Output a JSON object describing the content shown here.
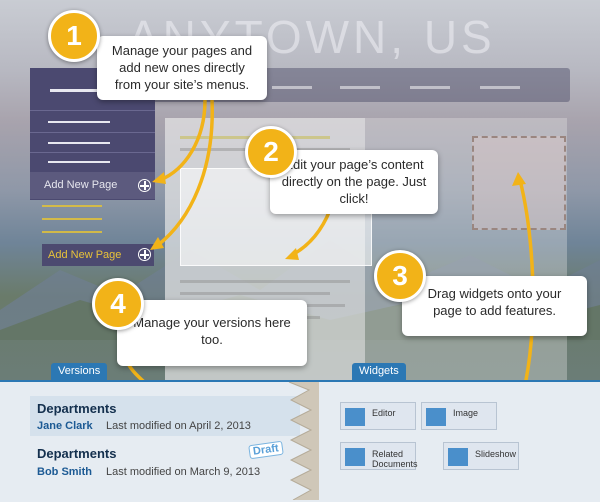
{
  "site": {
    "title": "ANYTOWN, US"
  },
  "menu": {
    "add_new_page": "Add New Page",
    "add_new_page_sub": "Add New Page"
  },
  "callouts": [
    {
      "number": "1",
      "text": "Manage your pages and add new ones directly from your site’s menus."
    },
    {
      "number": "2",
      "text": "Edit your page’s content directly on the page. Just click!"
    },
    {
      "number": "3",
      "text": "Drag widgets onto your page to add features."
    },
    {
      "number": "4",
      "text": "Manage your versions here too."
    }
  ],
  "tabs": {
    "versions": "Versions",
    "widgets": "Widgets"
  },
  "versions": [
    {
      "title": "Departments",
      "author": "Jane Clark",
      "meta": "Last modified on April 2, 2013"
    },
    {
      "title": "Departments",
      "author": "Bob Smith",
      "meta": "Last modified on March 9, 2013",
      "badge": "Draft"
    }
  ],
  "widgets": [
    {
      "label": "Editor",
      "icon": "widget-icon"
    },
    {
      "label": "Image",
      "icon": "widget-icon"
    },
    {
      "label": "Related Documents",
      "icon": "widget-icon"
    },
    {
      "label": "Slideshow",
      "icon": "widget-icon"
    }
  ],
  "colors": {
    "accent": "#2c78b4",
    "callout_badge": "#f2b318",
    "menu_bg": "#4b4970",
    "arrow": "#f2b318"
  }
}
